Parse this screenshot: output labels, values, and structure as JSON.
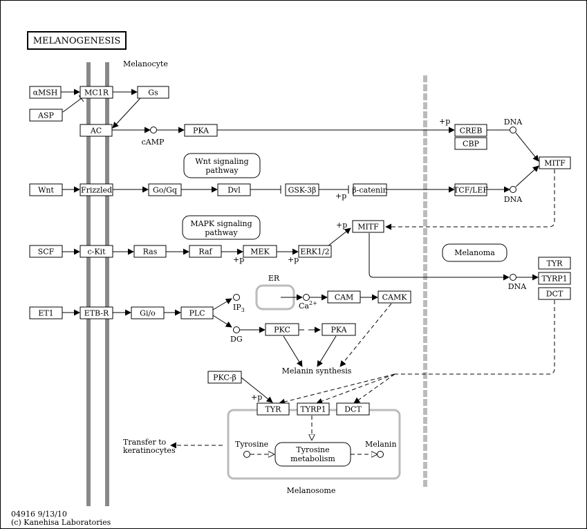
{
  "title": "MELANOGENESIS",
  "labels": {
    "melanocyte": "Melanocyte",
    "melanosome": "Melanosome",
    "melanin_synthesis": "Melanin synthesis",
    "transfer": [
      "Transfer to",
      "keratinocytes"
    ],
    "tyrosine": "Tyrosine",
    "melanin": "Melanin",
    "er": "ER",
    "camp": "cAMP",
    "ip3": "IP",
    "ip3_sub": "3",
    "ca": "Ca",
    "ca_sup": "2+",
    "dg": "DG",
    "dna": "DNA",
    "p": "+p",
    "id": "04916 9/13/10",
    "copyright": "(c) Kanehisa Laboratories"
  },
  "genes": {
    "amsh": "αMSH",
    "mc1r": "MC1R",
    "gs": "Gs",
    "asp": "ASP",
    "ac": "AC",
    "pka1": "PKA",
    "creb": "CREB",
    "cbp": "CBP",
    "mitf1": "MITF",
    "wnt": "Wnt",
    "frizzled": "Frizzled",
    "gogq": "Go/Gq",
    "dvl": "Dvl",
    "gsk3b": "GSK-3β",
    "bcatenin": "β-catenin",
    "tcflef": "TCF/LEF",
    "scf": "SCF",
    "ckit": "c-Kit",
    "ras": "Ras",
    "raf": "Raf",
    "mek": "MEK",
    "erk": "ERK1/2",
    "mitf2": "MITF",
    "tyr1": "TYR",
    "tyrp1a": "TYRP1",
    "dct1": "DCT",
    "et1": "ET1",
    "etbr": "ETB-R",
    "gio": "Gi/o",
    "plc": "PLC",
    "cam": "CAM",
    "camk": "CAMK",
    "pkc": "PKC",
    "pka2": "PKA",
    "pkcb": "PKC-β",
    "tyr2": "TYR",
    "tyrp1b": "TYRP1",
    "dct2": "DCT"
  },
  "maps": {
    "wnt": [
      "Wnt signaling",
      "pathway"
    ],
    "mapk": [
      "MAPK signaling",
      "pathway"
    ],
    "melanoma": "Melanoma",
    "tyrosine_metabolism": [
      "Tyrosine",
      "metabolism"
    ]
  }
}
